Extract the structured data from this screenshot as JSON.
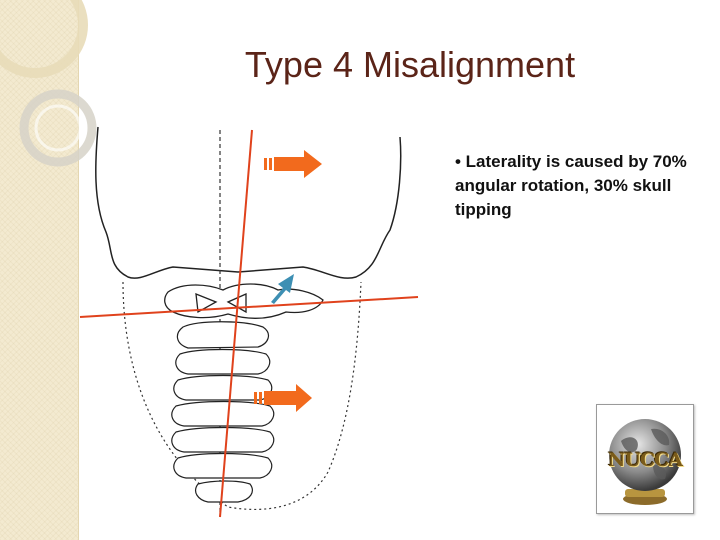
{
  "slide": {
    "title": "Type 4 Misalignment",
    "bullet": "• Laterality is caused by 70% angular rotation, 30% skull tipping"
  },
  "logo": {
    "text": "NUCCA",
    "icon": "globe-icon"
  },
  "colors": {
    "title": "#5b2418",
    "red_line": "#e0421c",
    "orange_arrow": "#f26a1d",
    "blue_arrow": "#3d8fb3",
    "side_strip": "#f3ead0"
  }
}
